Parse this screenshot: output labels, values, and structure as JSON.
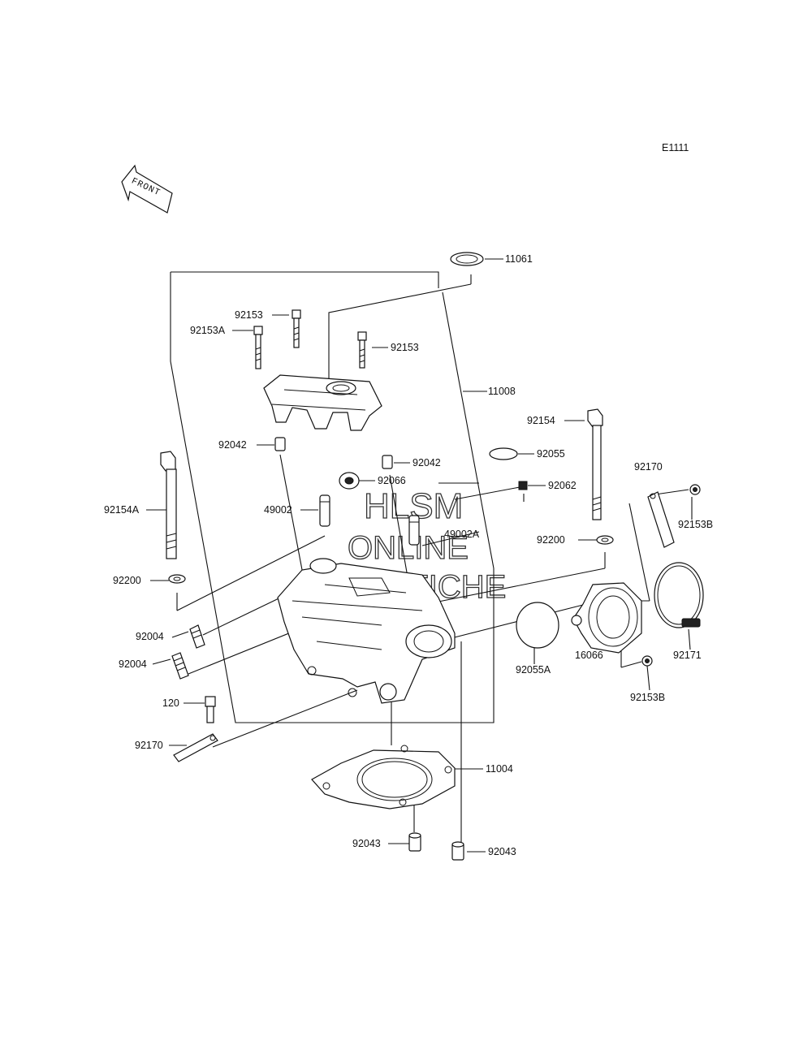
{
  "diagram_code": "E1111",
  "front_marker": "FRONT",
  "watermark": {
    "line1": "HLSM",
    "line2": "ONLINE",
    "line3": "MICROFICHE"
  },
  "labels": {
    "p11061": "11061",
    "p92153_a": "92153",
    "p92153A": "92153A",
    "p92153_b": "92153",
    "p11008": "11008",
    "p92154": "92154",
    "p92042_a": "92042",
    "p92042_b": "92042",
    "p92055": "92055",
    "p92066": "92066",
    "p92062": "92062",
    "p92170_a": "92170",
    "p92154A": "92154A",
    "p49002": "49002",
    "p49002A": "49002A",
    "p92153B_a": "92153B",
    "p92200_a": "92200",
    "p92200_b": "92200",
    "p92004_a": "92004",
    "p92004_b": "92004",
    "p92055A": "92055A",
    "p16066": "16066",
    "p92171": "92171",
    "p92153B_b": "92153B",
    "p120": "120",
    "p92170_b": "92170",
    "p11004": "11004",
    "p92043_a": "92043",
    "p92043_b": "92043"
  }
}
